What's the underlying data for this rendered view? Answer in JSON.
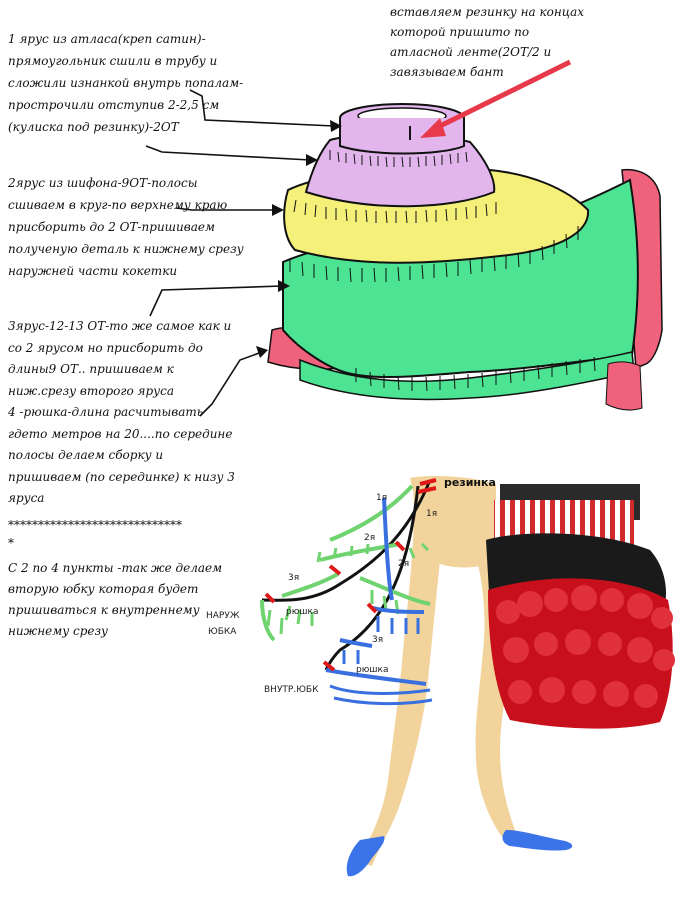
{
  "texts": {
    "top_note": "вставляем резинку на концах которой пришито по атласной ленте(2ОТ/2 и завязываем бант",
    "tier1": "1 ярус из атласа(креп сатин)-прямоугольник сшили в трубу и сложили изнанкой внутрь попалам-прострочили отступив 2-2,5 см (кулиска под резинку)-2ОТ",
    "tier2": "2ярус из шифона-9ОТ-полосы сшиваем в круг-по верхнему краю присборить до 2 ОТ-пришиваем полученую деталь к нижнему срезу наружней части кокетки",
    "tier3": "3ярус-12-13 ОТ-то же самое как и со 2 ярусом но присборить до длины9 ОТ.. пришиваем к ниж.срезу второго яруса\n4 -рюшка-длина расчитывать гдето метров на 20....по середине полосы делаем сборку и пришиваем (по серединке) к низу 3 яруса",
    "stars": "*****************************\n*",
    "note": " С 2 по 4 пункты -так же делаем вторую юбку которая будет пришиваться к внутреннему нижнему срезу"
  },
  "labels": {
    "rezinka": "резинка",
    "tier1_a": "1я",
    "tier1_b": "1я",
    "tier2_a": "2я",
    "tier2_b": "2я",
    "tier3_a": "3я",
    "tier3_b": "3я",
    "ruffle_a": "рюшка",
    "ruffle_b": "рюшка",
    "outer_skirt": "НАРУЖ\nЮБКА",
    "inner_skirt": "ВНУТР.ЮБК"
  },
  "colors": {
    "tier1": "#e2b6ec",
    "tier2": "#f4f07a",
    "tier3": "#4ce493",
    "ruffle": "#f0627c",
    "outline": "#111111",
    "arrow_red": "#e8394a",
    "outer_lines": "#6fd36f",
    "inner_lines": "#3a6fe0",
    "marker_red": "#e01818",
    "skin": "#f1d39b",
    "shoe": "#3b73e8",
    "tutu_red": "#c8101c",
    "tutu_black": "#1a1a1a"
  }
}
